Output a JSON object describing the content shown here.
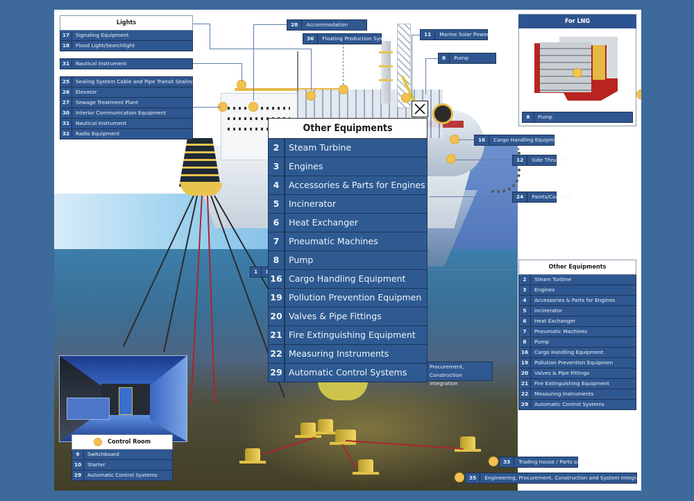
{
  "lights_panel": {
    "title": "Lights",
    "items": [
      {
        "num": "17",
        "label": "Signaling Equipment"
      },
      {
        "num": "18",
        "label": "Flood Light/Searchlight"
      }
    ]
  },
  "nautical_tag": {
    "num": "31",
    "label": "Nautical Instrument"
  },
  "accommodation_panel": {
    "items": [
      {
        "num": "25",
        "label": "Sealing System Cable and Pipe Transit Sealing System"
      },
      {
        "num": "26",
        "label": "Elevator"
      },
      {
        "num": "27",
        "label": "Sewage Treatment Plant"
      },
      {
        "num": "30",
        "label": "Interior Communication Equipment"
      },
      {
        "num": "31",
        "label": "Nautical Instrument"
      },
      {
        "num": "32",
        "label": "Radio Equipment"
      }
    ]
  },
  "top_tags": {
    "accommodation": {
      "num": "28",
      "label": "Accommodation"
    },
    "floating_production": {
      "num": "36",
      "label": "Floating Production System"
    },
    "solar": {
      "num": "11",
      "label": "Marine Solar Power"
    },
    "pump": {
      "num": "8",
      "label": "Pump"
    }
  },
  "lng_panel": {
    "title": "For LNG",
    "item": {
      "num": "8",
      "label": "Pump"
    }
  },
  "side_tags": {
    "cargo": {
      "num": "16",
      "label": "Cargo Handling Equipment"
    },
    "thruster": {
      "num": "12",
      "label": "Side Thruster"
    },
    "paints": {
      "num": "24",
      "label": "Paints/Coatings"
    },
    "partial_left": {
      "num": "1",
      "label": "Bo"
    },
    "partial_epc": {
      "line1": "Procurement, Construction",
      "line2": "Integration"
    }
  },
  "other_equipments_panel": {
    "title": "Other Equipments",
    "items": [
      {
        "num": "2",
        "label": "Steam Turbine"
      },
      {
        "num": "3",
        "label": "Engines"
      },
      {
        "num": "4",
        "label": "Accessories & Parts for Engines"
      },
      {
        "num": "5",
        "label": "Incinerator"
      },
      {
        "num": "6",
        "label": "Heat Exchanger"
      },
      {
        "num": "7",
        "label": "Pneumatic Machines"
      },
      {
        "num": "8",
        "label": "Pump"
      },
      {
        "num": "16",
        "label": "Cargo Handling Equipment"
      },
      {
        "num": "19",
        "label": "Pollution Prevention Equipmen"
      },
      {
        "num": "20",
        "label": "Valves & Pipe Fittings"
      },
      {
        "num": "21",
        "label": "Fire Extinguishing Equipment"
      },
      {
        "num": "22",
        "label": "Measuring Instruments"
      },
      {
        "num": "29",
        "label": "Automatic Control Systems"
      }
    ]
  },
  "control_room": {
    "title": "Control Room",
    "items": [
      {
        "num": "9",
        "label": "Switchboard"
      },
      {
        "num": "10",
        "label": "Starter"
      },
      {
        "num": "29",
        "label": "Automatic Control Systems"
      }
    ]
  },
  "bottom_tags": {
    "trading": {
      "num": "33",
      "label": "Trading house / Parts supply"
    },
    "engineering": {
      "num": "35",
      "label": "Engineering, Procurement, Construction and System Integration of Hull"
    }
  },
  "modal": {
    "title": "Other Equipments",
    "close_icon": "close-x-icon",
    "items": [
      {
        "num": "2",
        "label": "Steam Turbine"
      },
      {
        "num": "3",
        "label": "Engines"
      },
      {
        "num": "4",
        "label": "Accessories & Parts for Engines"
      },
      {
        "num": "5",
        "label": "Incinerator"
      },
      {
        "num": "6",
        "label": "Heat Exchanger"
      },
      {
        "num": "7",
        "label": "Pneumatic Machines"
      },
      {
        "num": "8",
        "label": "Pump"
      },
      {
        "num": "16",
        "label": "Cargo Handling Equipment"
      },
      {
        "num": "19",
        "label": "Pollution Prevention Equipmen"
      },
      {
        "num": "20",
        "label": "Valves & Pipe Fittings"
      },
      {
        "num": "21",
        "label": "Fire Extinguishing Equipment"
      },
      {
        "num": "22",
        "label": "Measuring Instruments"
      },
      {
        "num": "29",
        "label": "Automatic Control Systems"
      }
    ]
  },
  "colors": {
    "page_bg": "#3d6a9a",
    "label_blue": "#2f5790",
    "marker_yellow": "#f2c14e",
    "cable_red": "#a9262b"
  }
}
